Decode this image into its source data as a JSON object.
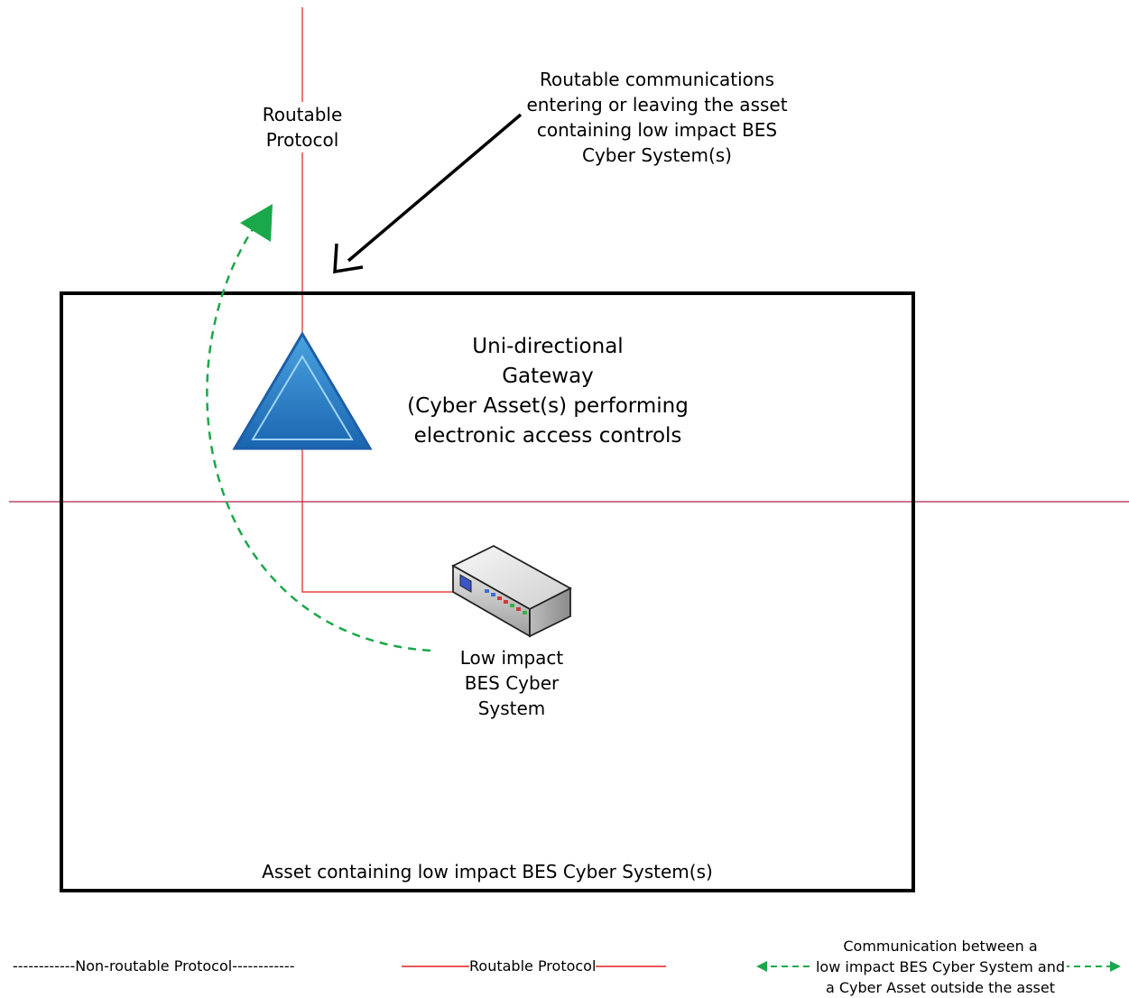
{
  "labels": {
    "routable_protocol_line1": "Routable",
    "routable_protocol_line2": "Protocol",
    "callout_line1": "Routable communications",
    "callout_line2": "entering or leaving the asset",
    "callout_line3": "containing low impact BES",
    "callout_line4": "Cyber System(s)",
    "gateway_line1": "Uni-directional",
    "gateway_line2": "Gateway",
    "gateway_line3": "(Cyber Asset(s) performing",
    "gateway_line4": "electronic access controls",
    "device_line1": "Low impact",
    "device_line2": "BES Cyber",
    "device_line3": "System",
    "asset_box": "Asset containing low impact BES Cyber System(s)"
  },
  "legend": {
    "non_routable": "------------Non-routable Protocol------------",
    "routable": "Routable Protocol",
    "comm_line1": "Communication between a",
    "comm_line2": "low impact BES Cyber System and",
    "comm_line3": "a Cyber Asset outside the asset"
  },
  "colors": {
    "routable_line": "#e02020",
    "boundary_line": "#b0204a",
    "dashed_arrow": "#1aa84a",
    "gateway_fill": "#2a7cc4",
    "gateway_border": "#1e5fa8"
  },
  "icons": {
    "gateway": "triangle-gateway-icon",
    "device": "network-device-icon"
  }
}
